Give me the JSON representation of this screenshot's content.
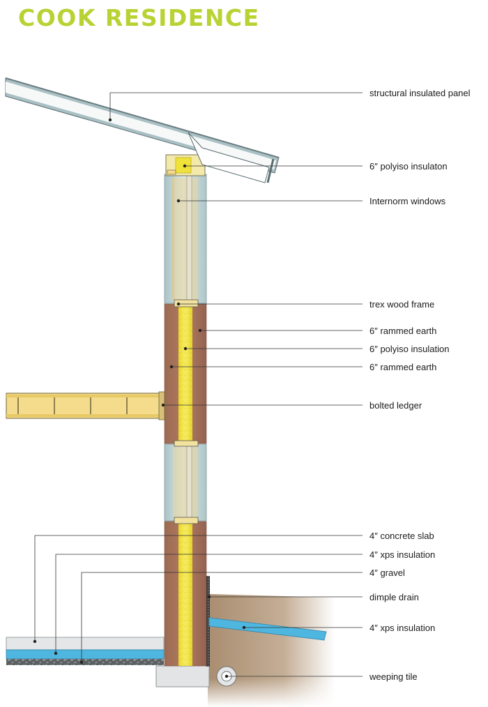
{
  "title": "COOK RESIDENCE",
  "colors": {
    "title": "#b9d233",
    "rammed_earth": "#a3715a",
    "insulation": "#f0e23a",
    "window_glass": "#b7cccd",
    "xps": "#4fb6e0",
    "ground": "#b8a187",
    "concrete": "#e4e6e7",
    "gravel": "#55595b",
    "wood": "#f5e3a4"
  },
  "labels": [
    {
      "id": "sip",
      "text": "structural insulated panel"
    },
    {
      "id": "polyiso-roof",
      "text": "6″ polyiso insulaton"
    },
    {
      "id": "windows",
      "text": "Internorm windows"
    },
    {
      "id": "trex",
      "text": "trex wood frame"
    },
    {
      "id": "rammed-outer",
      "text": "6″ rammed earth"
    },
    {
      "id": "polyiso-wall",
      "text": "6″ polyiso insulation"
    },
    {
      "id": "rammed-inner",
      "text": "6″ rammed earth"
    },
    {
      "id": "ledger",
      "text": "bolted ledger"
    },
    {
      "id": "slab",
      "text": "4″ concrete slab"
    },
    {
      "id": "xps-slab",
      "text": "4″ xps insulation"
    },
    {
      "id": "gravel",
      "text": "4″ gravel"
    },
    {
      "id": "dimple",
      "text": "dimple drain"
    },
    {
      "id": "xps-wing",
      "text": "4″ xps insulation"
    },
    {
      "id": "weeping",
      "text": "weeping tile"
    }
  ]
}
